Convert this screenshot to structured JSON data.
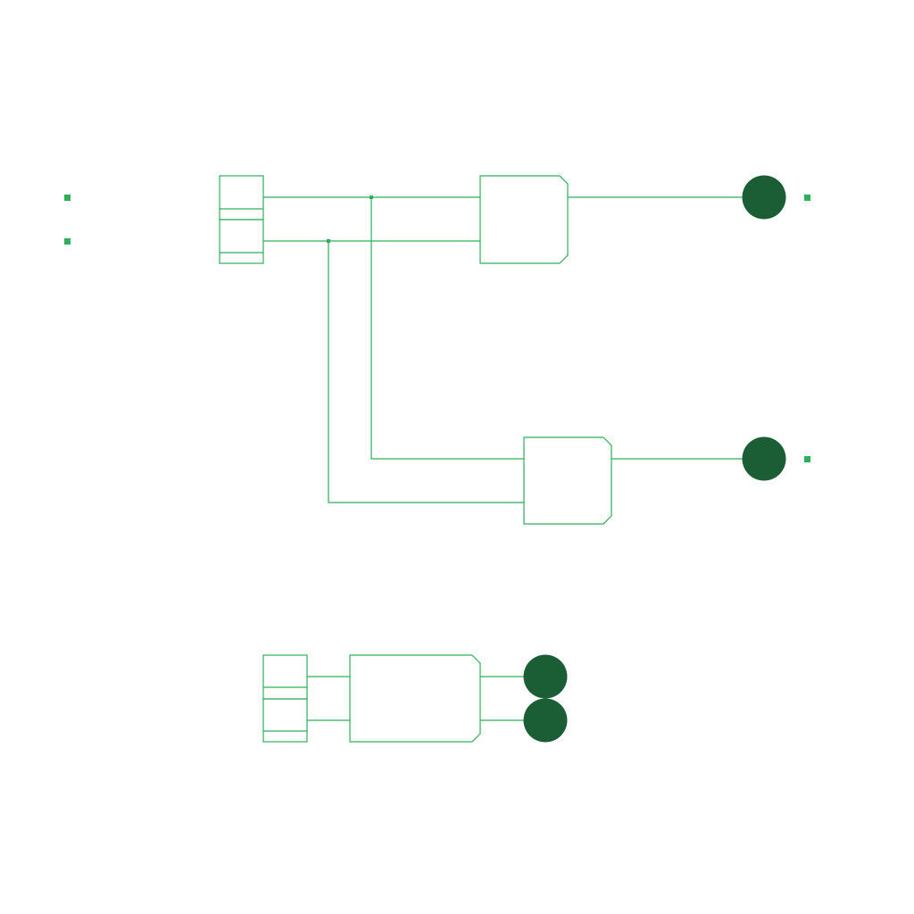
{
  "colors": {
    "background": "#ffffff",
    "wire": "#2eaf5a",
    "lamp": "#1b5e35",
    "marker": "#2eaf5a"
  },
  "diagram": {
    "kind": "logic-circuit",
    "components": [
      {
        "id": "input-block-1",
        "type": "input-block"
      },
      {
        "id": "gate-1",
        "type": "gate"
      },
      {
        "id": "gate-2",
        "type": "gate"
      },
      {
        "id": "output-lamp-1",
        "type": "output-lamp"
      },
      {
        "id": "output-lamp-2",
        "type": "output-lamp"
      },
      {
        "id": "input-block-2",
        "type": "input-block"
      },
      {
        "id": "gate-3",
        "type": "gate"
      },
      {
        "id": "output-lamp-3",
        "type": "output-lamp"
      },
      {
        "id": "output-lamp-4",
        "type": "output-lamp"
      }
    ],
    "connections": [
      [
        "input-block-1",
        "gate-1"
      ],
      [
        "input-block-1",
        "gate-2"
      ],
      [
        "gate-1",
        "output-lamp-1"
      ],
      [
        "gate-2",
        "output-lamp-2"
      ],
      [
        "input-block-2",
        "gate-3"
      ],
      [
        "gate-3",
        "output-lamp-3"
      ],
      [
        "gate-3",
        "output-lamp-4"
      ]
    ]
  }
}
